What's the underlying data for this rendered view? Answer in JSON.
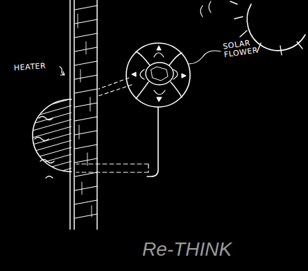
{
  "diagram": {
    "caption": "Re-THINK",
    "labels": [
      "HEATER",
      "SOLAR FLOWER"
    ]
  }
}
